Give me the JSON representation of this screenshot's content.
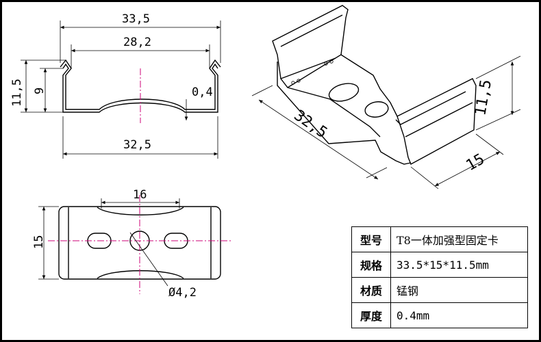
{
  "front_view": {
    "dim_total_width": "33,5",
    "dim_inner_width": "28,2",
    "dim_height_outer": "11,5",
    "dim_height_inner": "9",
    "dim_thickness": "0,4",
    "dim_bottom_width": "32,5"
  },
  "iso_view": {
    "dim_length": "32,5",
    "dim_height": "11,5",
    "dim_depth": "15"
  },
  "top_view": {
    "dim_arc_span": "16",
    "dim_depth": "15",
    "dim_hole": "Ø4,2"
  },
  "spec_table": {
    "rows": [
      {
        "label": "型号",
        "value": "T8一体加强型固定卡"
      },
      {
        "label": "规格",
        "value": "33.5*15*11.5mm"
      },
      {
        "label": "材质",
        "value": "锰钢"
      },
      {
        "label": "厚度",
        "value": "0.4mm"
      }
    ]
  }
}
